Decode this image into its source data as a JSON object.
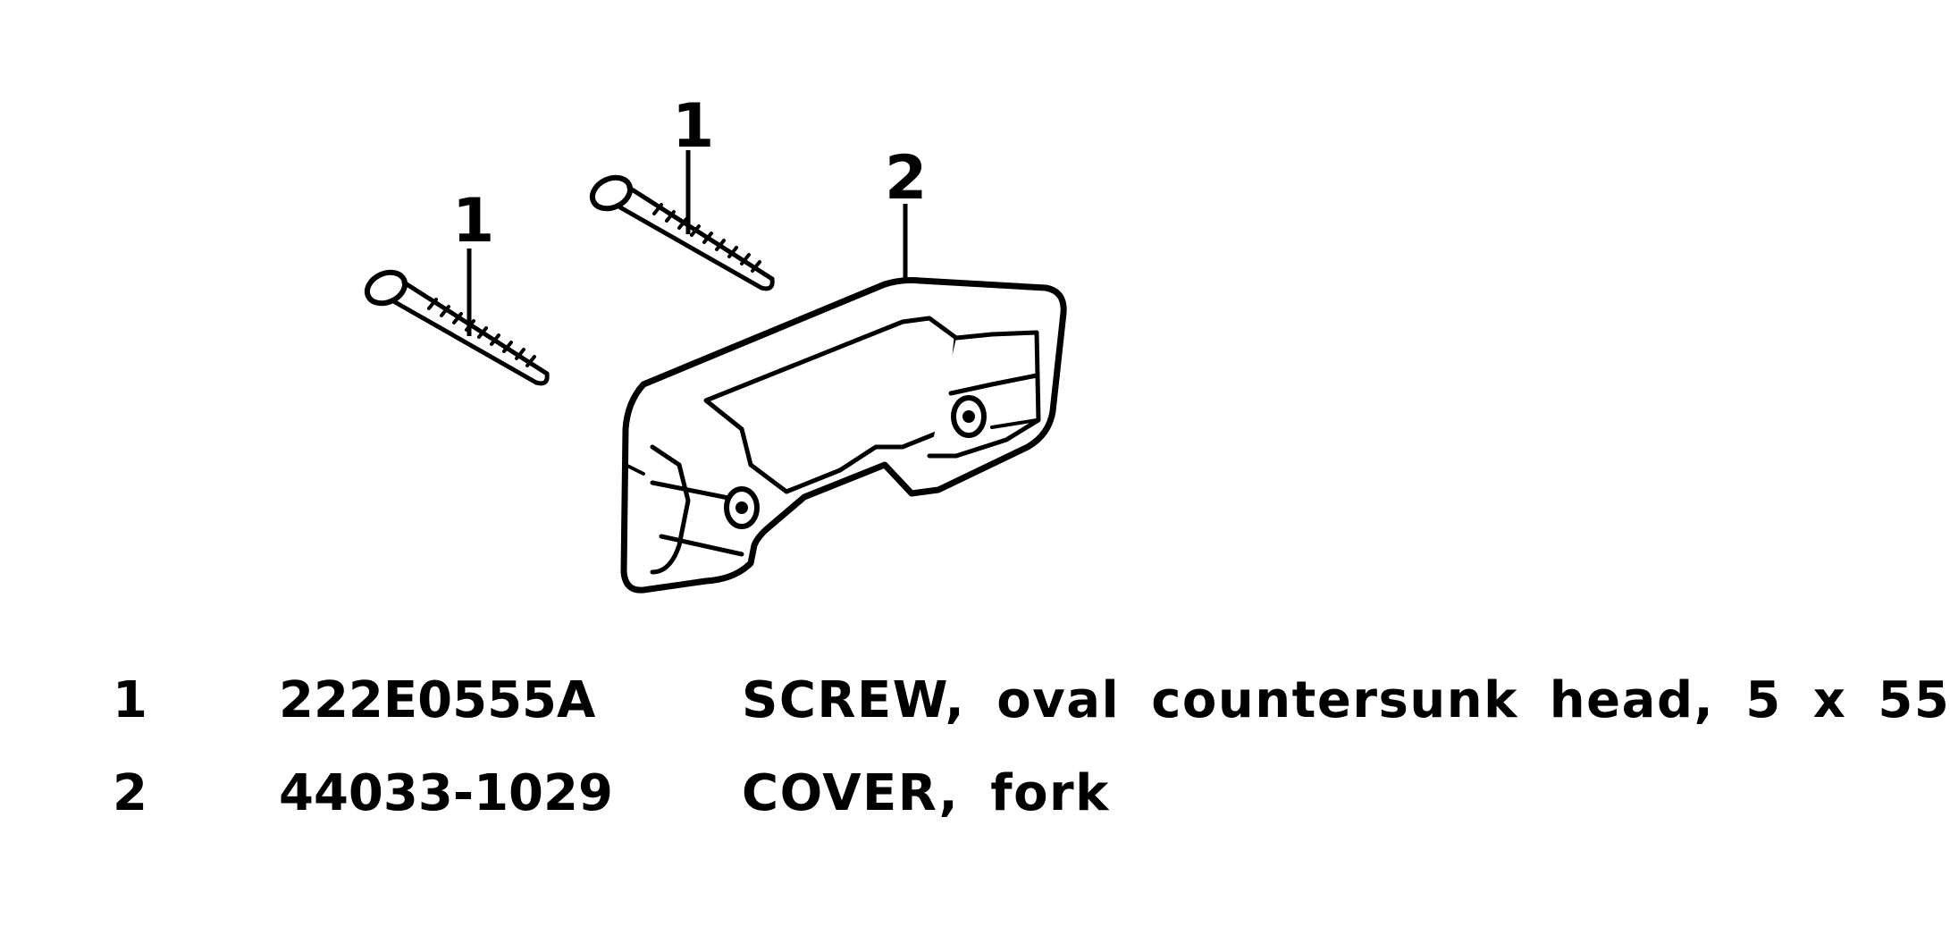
{
  "diagram": {
    "callouts": [
      "1",
      "1",
      "2"
    ]
  },
  "parts": [
    {
      "ref": "1",
      "part_number": "222E0555A",
      "description": "SCREW, oval countersunk head, 5 x 55"
    },
    {
      "ref": "2",
      "part_number": "44033-1029",
      "description": "COVER, fork"
    }
  ]
}
